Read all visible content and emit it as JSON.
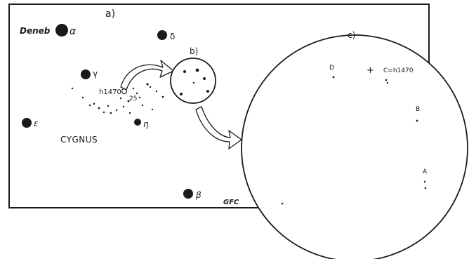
{
  "panels": {
    "a": "a)",
    "b": "b)",
    "c": "c)"
  },
  "constellation": "CYGNUS",
  "stars": {
    "deneb_name": "Deneb",
    "alpha": "α",
    "delta": "δ",
    "gamma": "γ",
    "epsilon": "ε",
    "eta": "η",
    "beta": "β"
  },
  "cluster_label": "h1470",
  "cluster_number": "25",
  "gfc_label": "GFC",
  "field_labels": {
    "d": "D",
    "c": "C=h1470",
    "b": "B",
    "a": "A"
  },
  "plus_sign": "+",
  "colors": {
    "ink": "#1a1a1a",
    "paper": "#ffffff"
  }
}
